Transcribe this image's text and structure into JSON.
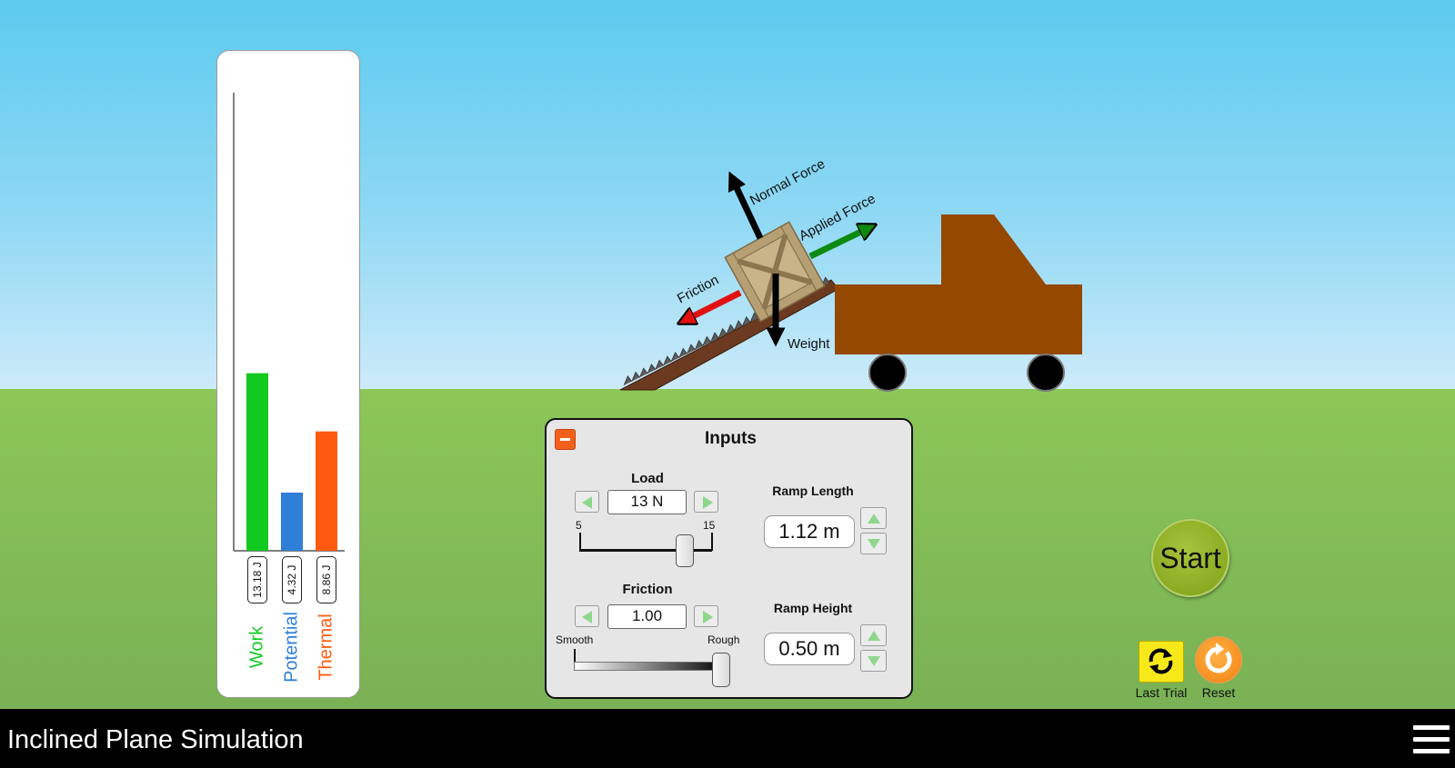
{
  "app": {
    "title": "Inclined Plane Simulation"
  },
  "colors": {
    "work": "#12c91f",
    "potential": "#2f7fd8",
    "thermal": "#ff5a0f",
    "truck": "#944800",
    "applied_force": "#0e8a12",
    "friction_force": "#e21010"
  },
  "scene": {
    "force_labels": {
      "normal": "Normal Force",
      "applied": "Applied Force",
      "friction": "Friction",
      "weight": "Weight"
    }
  },
  "energy": {
    "max_energy_J": 34,
    "bars": [
      {
        "name": "Work",
        "value": 13.18,
        "label": "13.18 J"
      },
      {
        "name": "Potential",
        "value": 4.32,
        "label": "4.32 J"
      },
      {
        "name": "Thermal",
        "value": 8.86,
        "label": "8.86 J"
      }
    ]
  },
  "inputs": {
    "title": "Inputs",
    "load": {
      "label": "Load",
      "value": "13 N",
      "min_label": "5",
      "max_label": "15",
      "fraction": 0.8
    },
    "friction": {
      "label": "Friction",
      "value": "1.00",
      "min_label": "Smooth",
      "max_label": "Rough",
      "fraction": 1.0
    },
    "ramp_length": {
      "label": "Ramp Length",
      "value": "1.12 m"
    },
    "ramp_height": {
      "label": "Ramp Height",
      "value": "0.50 m"
    }
  },
  "controls": {
    "start": "Start",
    "last_trial": "Last Trial",
    "reset": "Reset"
  }
}
